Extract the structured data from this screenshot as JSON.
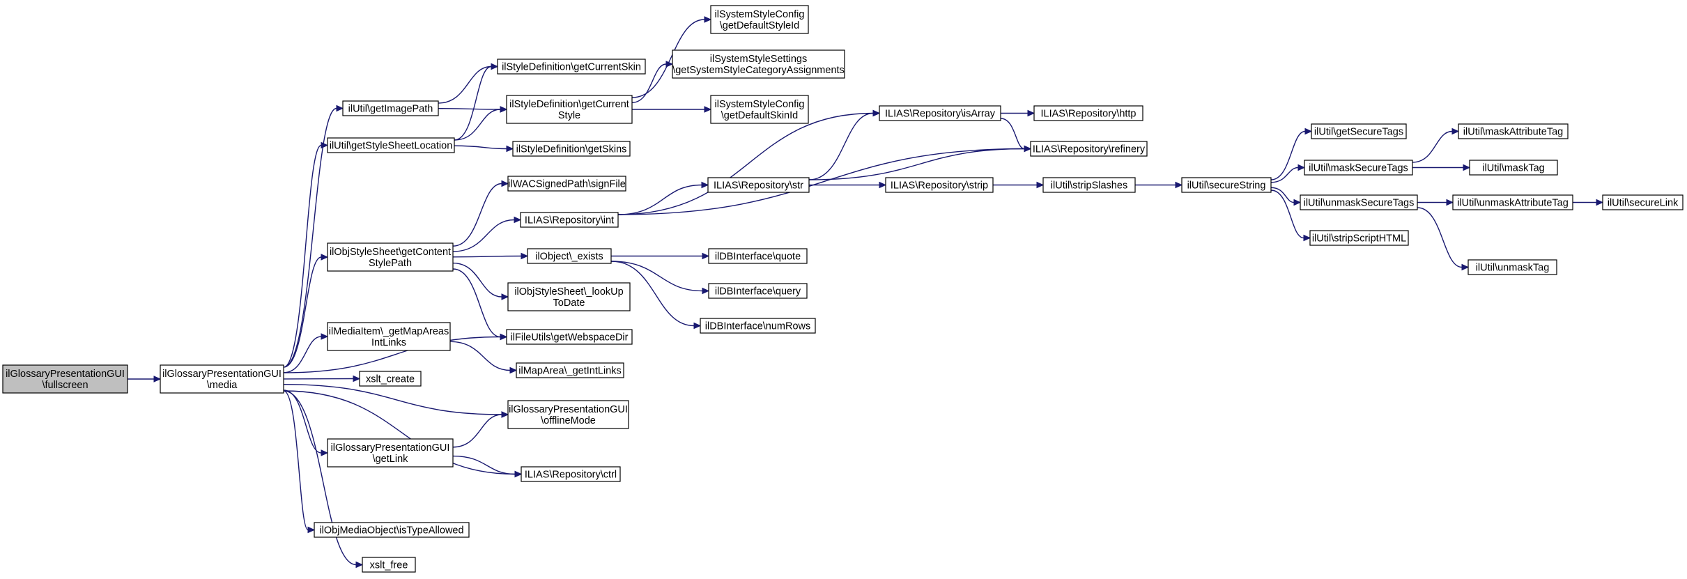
{
  "colors": {
    "edge": "#191970",
    "root_fill": "#bfbfbf",
    "node_fill": "#ffffff",
    "node_stroke": "#000000"
  },
  "nodes": [
    {
      "id": "fullscreen",
      "lines": [
        "ilGlossaryPresentationGUI",
        "\\fullscreen"
      ]
    },
    {
      "id": "media",
      "lines": [
        "ilGlossaryPresentationGUI",
        "\\media"
      ]
    },
    {
      "id": "getImagePath",
      "lines": [
        "ilUtil\\getImagePath"
      ]
    },
    {
      "id": "getStyleSheetLocation",
      "lines": [
        "ilUtil\\getStyleSheetLocation"
      ]
    },
    {
      "id": "getContentStylePath",
      "lines": [
        "ilObjStyleSheet\\getContent",
        "StylePath"
      ]
    },
    {
      "id": "getMapAreasIntLinks",
      "lines": [
        "ilMediaItem\\_getMapAreas",
        "IntLinks"
      ]
    },
    {
      "id": "xslt_create",
      "lines": [
        "xslt_create"
      ]
    },
    {
      "id": "getLink",
      "lines": [
        "ilGlossaryPresentationGUI",
        "\\getLink"
      ]
    },
    {
      "id": "isTypeAllowed",
      "lines": [
        "ilObjMediaObject\\isTypeAllowed"
      ]
    },
    {
      "id": "xslt_free",
      "lines": [
        "xslt_free"
      ]
    },
    {
      "id": "getCurrentSkin",
      "lines": [
        "ilStyleDefinition\\getCurrentSkin"
      ]
    },
    {
      "id": "getCurrentStyle",
      "lines": [
        "ilStyleDefinition\\getCurrent",
        "Style"
      ]
    },
    {
      "id": "getSkins",
      "lines": [
        "ilStyleDefinition\\getSkins"
      ]
    },
    {
      "id": "signFile",
      "lines": [
        "ilWACSignedPath\\signFile"
      ]
    },
    {
      "id": "int",
      "lines": [
        "ILIAS\\Repository\\int"
      ]
    },
    {
      "id": "exists",
      "lines": [
        "ilObject\\_exists"
      ]
    },
    {
      "id": "lookUpToDate",
      "lines": [
        "ilObjStyleSheet\\_lookUp",
        "ToDate"
      ]
    },
    {
      "id": "getWebspaceDir",
      "lines": [
        "ilFileUtils\\getWebspaceDir"
      ]
    },
    {
      "id": "getIntLinks",
      "lines": [
        "ilMapArea\\_getIntLinks"
      ]
    },
    {
      "id": "offlineMode",
      "lines": [
        "ilGlossaryPresentationGUI",
        "\\offlineMode"
      ]
    },
    {
      "id": "ctrl",
      "lines": [
        "ILIAS\\Repository\\ctrl"
      ]
    },
    {
      "id": "getDefaultStyleId",
      "lines": [
        "ilSystemStyleConfig",
        "\\getDefaultStyleId"
      ]
    },
    {
      "id": "getSystemStyleCategoryAssignments",
      "lines": [
        "ilSystemStyleSettings",
        "\\getSystemStyleCategoryAssignments"
      ]
    },
    {
      "id": "getDefaultSkinId",
      "lines": [
        "ilSystemStyleConfig",
        "\\getDefaultSkinId"
      ]
    },
    {
      "id": "str",
      "lines": [
        "ILIAS\\Repository\\str"
      ]
    },
    {
      "id": "quote",
      "lines": [
        "ilDBInterface\\quote"
      ]
    },
    {
      "id": "query",
      "lines": [
        "ilDBInterface\\query"
      ]
    },
    {
      "id": "numRows",
      "lines": [
        "ilDBInterface\\numRows"
      ]
    },
    {
      "id": "isArray",
      "lines": [
        "ILIAS\\Repository\\isArray"
      ]
    },
    {
      "id": "strip",
      "lines": [
        "ILIAS\\Repository\\strip"
      ]
    },
    {
      "id": "http",
      "lines": [
        "ILIAS\\Repository\\http"
      ]
    },
    {
      "id": "refinery",
      "lines": [
        "ILIAS\\Repository\\refinery"
      ]
    },
    {
      "id": "stripSlashes",
      "lines": [
        "ilUtil\\stripSlashes"
      ]
    },
    {
      "id": "secureString",
      "lines": [
        "ilUtil\\secureString"
      ]
    },
    {
      "id": "getSecureTags",
      "lines": [
        "ilUtil\\getSecureTags"
      ]
    },
    {
      "id": "maskSecureTags",
      "lines": [
        "ilUtil\\maskSecureTags"
      ]
    },
    {
      "id": "unmaskSecureTags",
      "lines": [
        "ilUtil\\unmaskSecureTags"
      ]
    },
    {
      "id": "stripScriptHTML",
      "lines": [
        "ilUtil\\stripScriptHTML"
      ]
    },
    {
      "id": "maskAttributeTag",
      "lines": [
        "ilUtil\\maskAttributeTag"
      ]
    },
    {
      "id": "maskTag",
      "lines": [
        "ilUtil\\maskTag"
      ]
    },
    {
      "id": "unmaskAttributeTag",
      "lines": [
        "ilUtil\\unmaskAttributeTag"
      ]
    },
    {
      "id": "unmaskTag",
      "lines": [
        "ilUtil\\unmaskTag"
      ]
    },
    {
      "id": "secureLink",
      "lines": [
        "ilUtil\\secureLink"
      ]
    }
  ],
  "edges": [
    [
      "fullscreen",
      "media"
    ],
    [
      "media",
      "getImagePath"
    ],
    [
      "media",
      "getStyleSheetLocation"
    ],
    [
      "media",
      "getContentStylePath"
    ],
    [
      "media",
      "getWebspaceDir"
    ],
    [
      "media",
      "getMapAreasIntLinks"
    ],
    [
      "media",
      "xslt_create"
    ],
    [
      "media",
      "offlineMode"
    ],
    [
      "media",
      "getLink"
    ],
    [
      "media",
      "ctrl"
    ],
    [
      "media",
      "isTypeAllowed"
    ],
    [
      "media",
      "xslt_free"
    ],
    [
      "getImagePath",
      "getCurrentSkin"
    ],
    [
      "getImagePath",
      "getCurrentStyle"
    ],
    [
      "getStyleSheetLocation",
      "getCurrentSkin"
    ],
    [
      "getStyleSheetLocation",
      "getCurrentStyle"
    ],
    [
      "getStyleSheetLocation",
      "getSkins"
    ],
    [
      "getCurrentStyle",
      "getDefaultStyleId"
    ],
    [
      "getCurrentStyle",
      "getSystemStyleCategoryAssignments"
    ],
    [
      "getCurrentStyle",
      "getDefaultSkinId"
    ],
    [
      "getContentStylePath",
      "signFile"
    ],
    [
      "getContentStylePath",
      "int"
    ],
    [
      "getContentStylePath",
      "exists"
    ],
    [
      "getContentStylePath",
      "lookUpToDate"
    ],
    [
      "getContentStylePath",
      "getWebspaceDir"
    ],
    [
      "int",
      "isArray"
    ],
    [
      "int",
      "str"
    ],
    [
      "int",
      "refinery"
    ],
    [
      "str",
      "isArray"
    ],
    [
      "str",
      "strip"
    ],
    [
      "str",
      "refinery"
    ],
    [
      "isArray",
      "http"
    ],
    [
      "isArray",
      "refinery"
    ],
    [
      "strip",
      "stripSlashes"
    ],
    [
      "stripSlashes",
      "secureString"
    ],
    [
      "secureString",
      "getSecureTags"
    ],
    [
      "secureString",
      "maskSecureTags"
    ],
    [
      "secureString",
      "unmaskSecureTags"
    ],
    [
      "secureString",
      "stripScriptHTML"
    ],
    [
      "maskSecureTags",
      "maskAttributeTag"
    ],
    [
      "maskSecureTags",
      "maskTag"
    ],
    [
      "unmaskSecureTags",
      "unmaskAttributeTag"
    ],
    [
      "unmaskSecureTags",
      "unmaskTag"
    ],
    [
      "unmaskAttributeTag",
      "secureLink"
    ],
    [
      "exists",
      "quote"
    ],
    [
      "exists",
      "query"
    ],
    [
      "exists",
      "numRows"
    ],
    [
      "getMapAreasIntLinks",
      "getIntLinks"
    ],
    [
      "getLink",
      "offlineMode"
    ],
    [
      "getLink",
      "ctrl"
    ]
  ]
}
